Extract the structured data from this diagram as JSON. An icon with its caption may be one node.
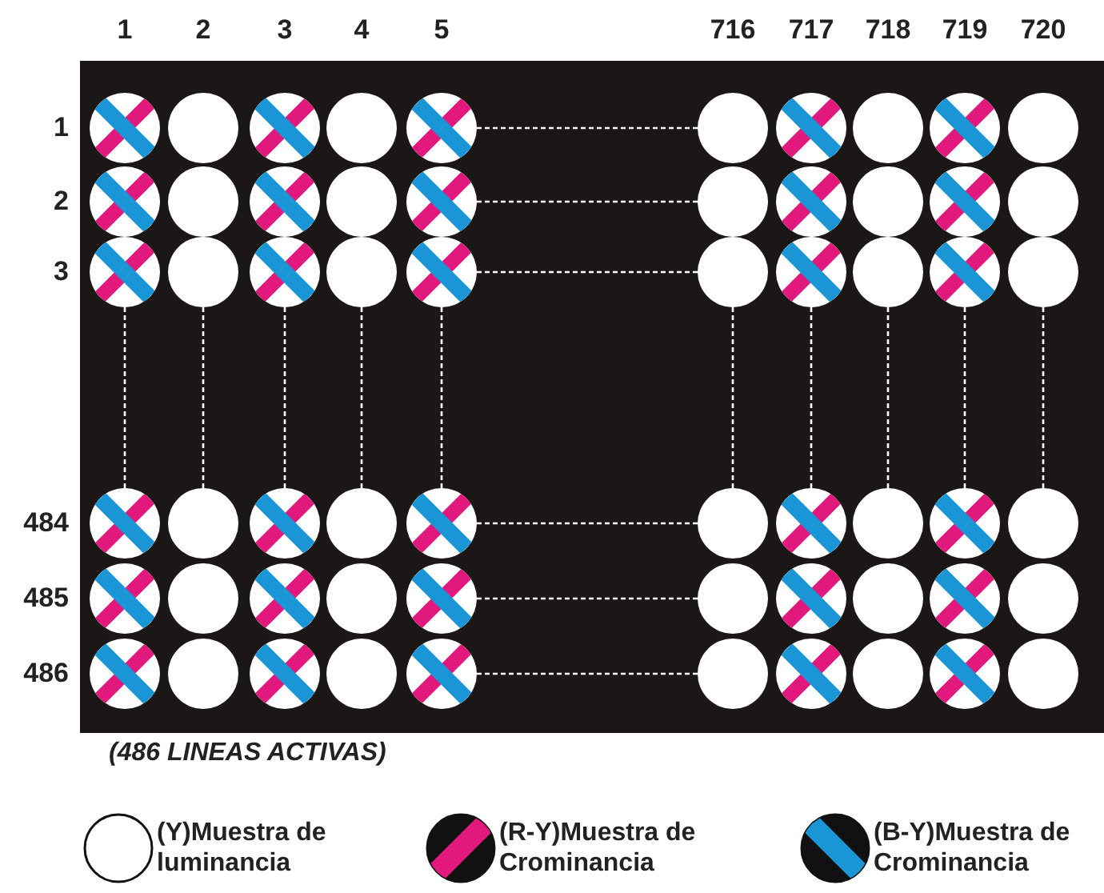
{
  "diagram": {
    "nodes": [
      {
        "text": [],
        "shape": "circle"
      },
      {
        "text": [],
        "shape": "circle"
      },
      {
        "text": [],
        "shape": "circle"
      },
      {
        "text": [],
        "shape": "circle"
      },
      {
        "text": [],
        "shape": "circle"
      },
      {
        "text": [],
        "shape": "circle"
      },
      {
        "text": [],
        "shape": "circle"
      },
      {
        "text": [],
        "shape": "circle"
      },
      {
        "text": [],
        "shape": "circle"
      },
      {
        "text": [],
        "shape": "circle"
      },
      {
        "text": [],
        "shape": "circle"
      },
      {
        "text": [],
        "shape": "circle"
      },
      {
        "text": [],
        "shape": "circle"
      },
      {
        "text": [],
        "shape": "circle"
      },
      {
        "text": [],
        "shape": "circle"
      },
      {
        "text": [],
        "shape": "circle"
      },
      {
        "text": [],
        "shape": "circle"
      },
      {
        "text": [],
        "shape": "circle"
      },
      {
        "text": [],
        "shape": "circle"
      },
      {
        "text": [],
        "shape": "circle"
      },
      {
        "text": [],
        "shape": "circle"
      },
      {
        "text": [],
        "shape": "circle"
      },
      {
        "text": [],
        "shape": "circle"
      },
      {
        "text": [],
        "shape": "circle"
      },
      {
        "text": [],
        "shape": "circle"
      },
      {
        "text": [],
        "shape": "circle"
      },
      {
        "text": [],
        "shape": "circle"
      },
      {
        "text": [],
        "shape": "circle"
      },
      {
        "text": [],
        "shape": "circle"
      },
      {
        "text": [],
        "shape": "circle"
      },
      {
        "text": [],
        "shape": "circle"
      },
      {
        "text": [],
        "shape": "circle"
      },
      {
        "text": [],
        "shape": "circle"
      },
      {
        "text": [],
        "shape": "circle"
      },
      {
        "text": [],
        "shape": "circle"
      },
      {
        "text": [],
        "shape": "circle"
      },
      {
        "text": [],
        "shape": "circle"
      },
      {
        "text": [],
        "shape": "circle"
      },
      {
        "text": [],
        "shape": "circle"
      },
      {
        "text": [],
        "shape": "circle"
      },
      {
        "text": [],
        "shape": "circle"
      },
      {
        "text": [],
        "shape": "circle"
      },
      {
        "text": [],
        "shape": "circle"
      },
      {
        "text": [],
        "shape": "circle"
      },
      {
        "text": [],
        "shape": "circle"
      },
      {
        "text": [],
        "shape": "circle"
      },
      {
        "text": [],
        "shape": "circle"
      },
      {
        "text": [],
        "shape": "circle"
      },
      {
        "text": [],
        "shape": "circle"
      },
      {
        "text": [],
        "shape": "circle"
      },
      {
        "text": [],
        "shape": "circle"
      },
      {
        "text": [],
        "shape": "circle"
      },
      {
        "text": [],
        "shape": "circle"
      },
      {
        "text": [],
        "shape": "circle"
      },
      {
        "text": [],
        "shape": "circle"
      },
      {
        "text": [],
        "shape": "circle"
      },
      {
        "text": [],
        "shape": "circle"
      },
      {
        "text": [],
        "shape": "circle"
      },
      {
        "text": [],
        "shape": "circle"
      },
      {
        "text": [],
        "shape": "circle"
      }
    ],
    "edges": [
      {
        "from": 4,
        "to": 5,
        "arrow": "none",
        "style": "dashed"
      },
      {
        "from": 14,
        "to": 15,
        "arrow": "none",
        "style": "dashed"
      },
      {
        "from": 24,
        "to": 25,
        "arrow": "none",
        "style": "dashed"
      },
      {
        "from": 20,
        "to": 30,
        "arrow": "none",
        "style": "dashed"
      },
      {
        "from": 21,
        "to": 31,
        "arrow": "none",
        "style": "dashed"
      },
      {
        "from": 22,
        "to": 32,
        "arrow": "none",
        "style": "dashed"
      },
      {
        "from": 23,
        "to": 33,
        "arrow": "none",
        "style": "dashed"
      },
      {
        "from": 24,
        "to": 34,
        "arrow": "none",
        "style": "dashed"
      },
      {
        "from": 25,
        "to": 35,
        "arrow": "none",
        "style": "dashed"
      },
      {
        "from": 26,
        "to": 36,
        "arrow": "none",
        "style": "dashed"
      },
      {
        "from": 27,
        "to": 37,
        "arrow": "none",
        "style": "dashed"
      },
      {
        "from": 28,
        "to": 38,
        "arrow": "none",
        "style": "dashed"
      },
      {
        "from": 29,
        "to": 39,
        "arrow": "none",
        "style": "dashed"
      },
      {
        "from": 34,
        "to": 35,
        "arrow": "none",
        "style": "dashed"
      },
      {
        "from": 44,
        "to": 45,
        "arrow": "none",
        "style": "dashed"
      },
      {
        "from": 54,
        "to": 55,
        "arrow": "none",
        "style": "dashed"
      }
    ],
    "labels": [
      "1",
      "2",
      "3",
      "4",
      "5",
      "716",
      "717",
      "718",
      "719",
      "720",
      "1",
      "2",
      "3",
      "484",
      "485",
      "486",
      "(486 LINEAS ACTIVAS)"
    ],
    "legend": [
      {
        "text": "(Y)Muestra de luminancia"
      },
      {
        "text": "(R-Y)Muestra de Crominancia"
      },
      {
        "text": "(B-Y)Muestra de Crominancia"
      }
    ]
  }
}
